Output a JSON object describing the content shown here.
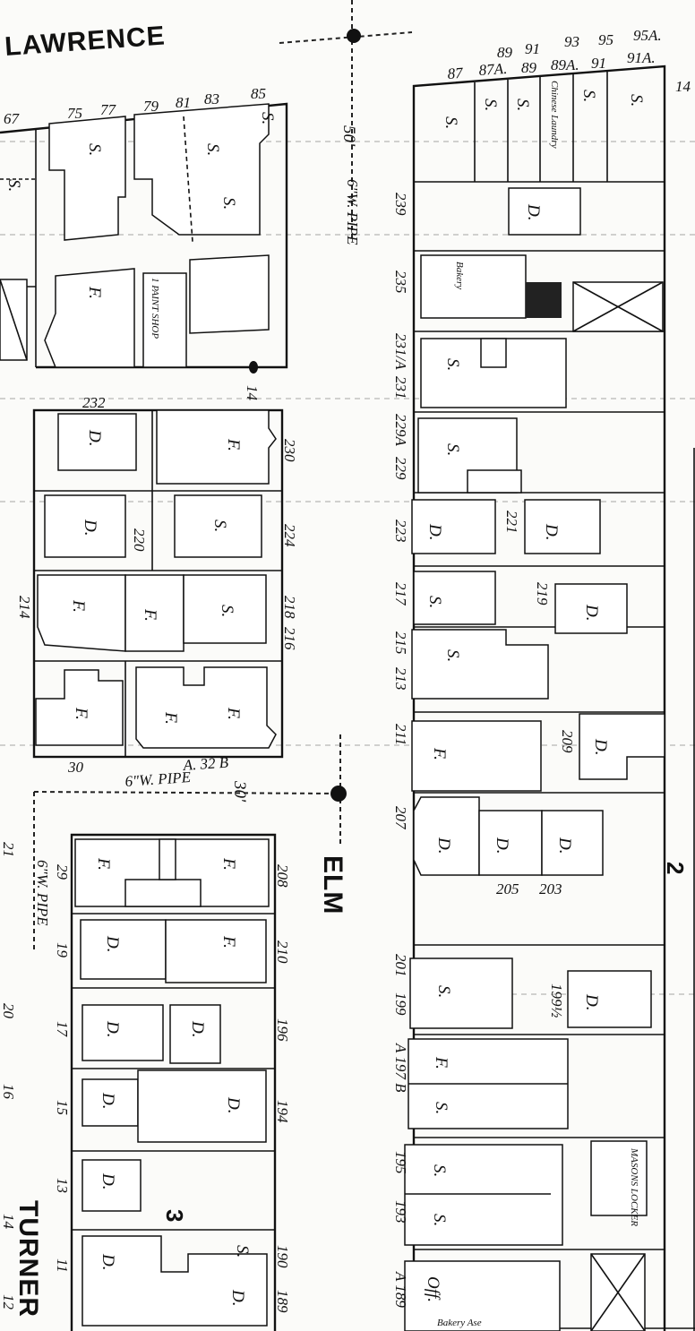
{
  "streets": {
    "lawrence": "LAWRENCE",
    "elm": "ELM",
    "turner": "TURNER"
  },
  "block_numbers": {
    "right": "2",
    "left": "3"
  },
  "pipes": {
    "top": "6\"W. PIPE",
    "middle": "6\"W. PIPE",
    "left": "6\"W. PIPE"
  },
  "street_widths": {
    "top": "50'",
    "elm": "30'"
  },
  "top_numbers": [
    "67",
    "75",
    "77",
    "79",
    "81",
    "83",
    "85",
    "87",
    "87A.",
    "89",
    "89",
    "91",
    "93",
    "89A.",
    "95",
    "91",
    "95A.",
    "91A.",
    "14"
  ],
  "right_numbers": [
    "239",
    "235",
    "231/A",
    "231",
    "229A",
    "229",
    "223",
    "221",
    "219",
    "217",
    "215",
    "213",
    "211",
    "209",
    "207",
    "205",
    "203",
    "201",
    "199",
    "199½",
    "A 197 B",
    "195",
    "193",
    "A 189"
  ],
  "middle_numbers": [
    "232",
    "230",
    "220",
    "224",
    "218",
    "216",
    "214",
    "30",
    "A. 32 B",
    "14"
  ],
  "lower_numbers": [
    "208",
    "210",
    "196",
    "194",
    "190",
    "189",
    "29",
    "19",
    "17",
    "15",
    "13",
    "11"
  ],
  "left_edge_numbers": [
    "21",
    "20",
    "16",
    "14",
    "12"
  ],
  "occupancies": {
    "bakery": "Bakery",
    "laundry": "Chinese Laundry",
    "paint_shop": "1 PAINT SHOP",
    "locker": "MASONS LOCKER",
    "office": "Off.",
    "bakery_bottom": "Bakery Ase"
  },
  "codes": {
    "store": "S.",
    "dwelling": "D.",
    "flat": "F."
  }
}
